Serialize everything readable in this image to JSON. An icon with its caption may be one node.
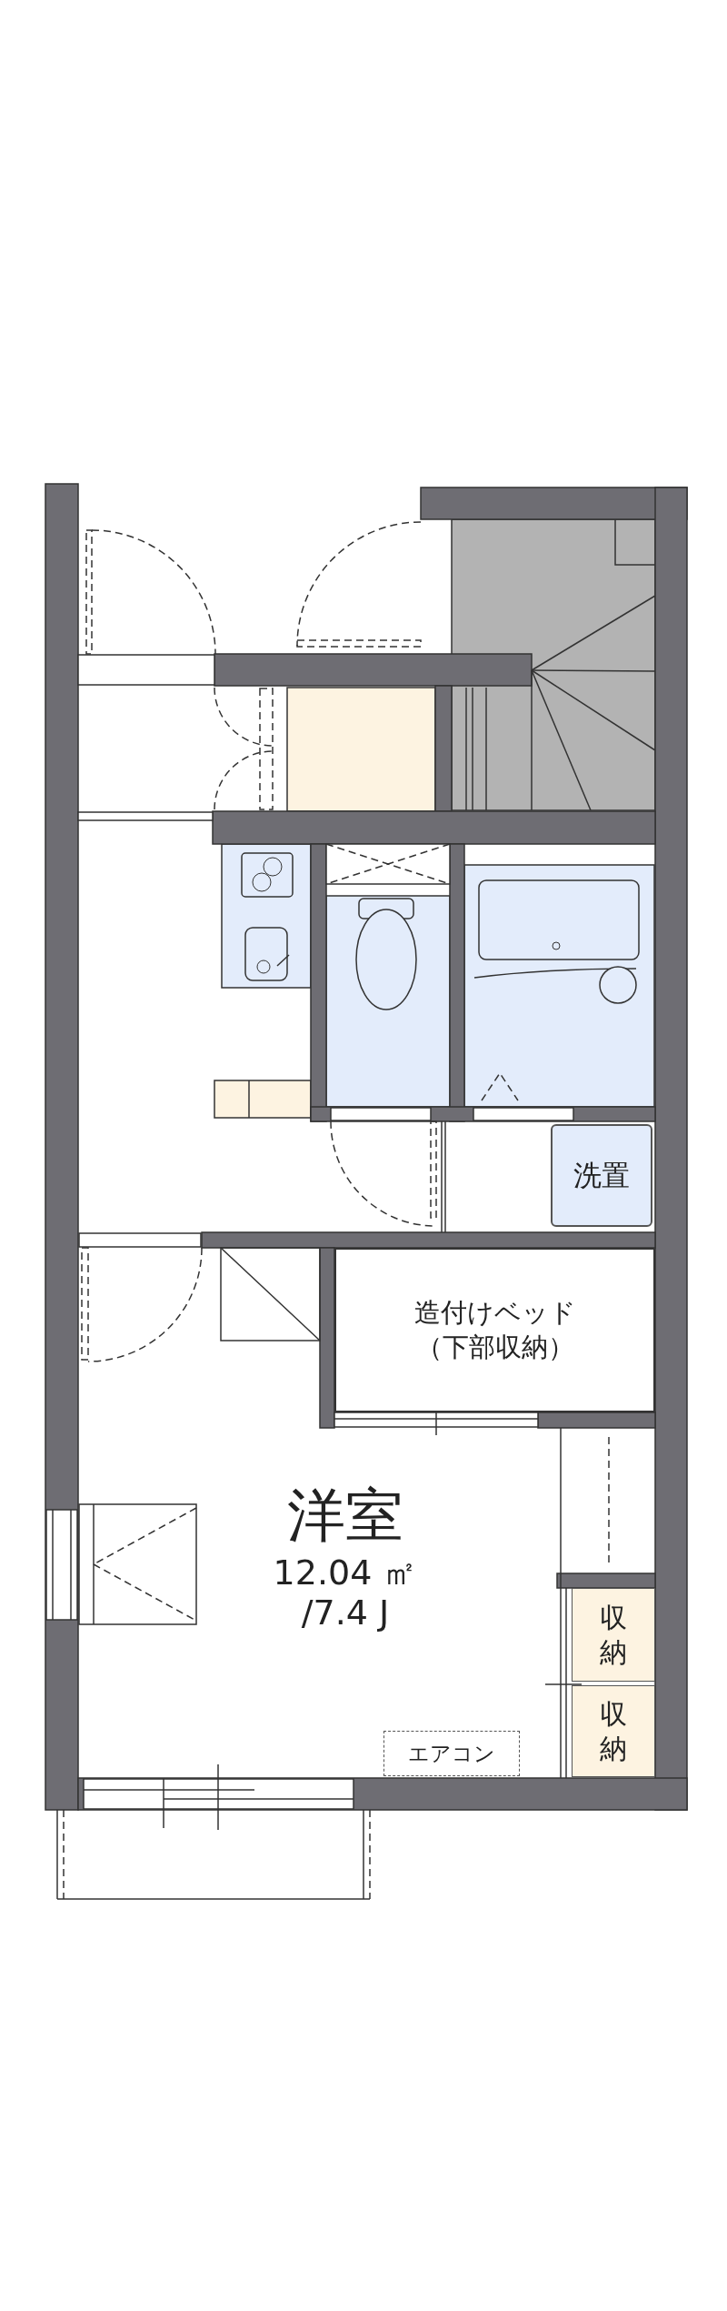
{
  "diagram": {
    "nodes": [
      {
        "text": [
          "洋室",
          "12.04 ㎡ /7.4 J"
        ]
      },
      {
        "text": [
          "造付けベッド",
          "（下部収納）"
        ]
      },
      {
        "text": [
          "洗置"
        ]
      },
      {
        "text": [
          "収納"
        ]
      },
      {
        "text": [
          "収納"
        ]
      },
      {
        "text": [
          "エアコン"
        ]
      }
    ]
  }
}
